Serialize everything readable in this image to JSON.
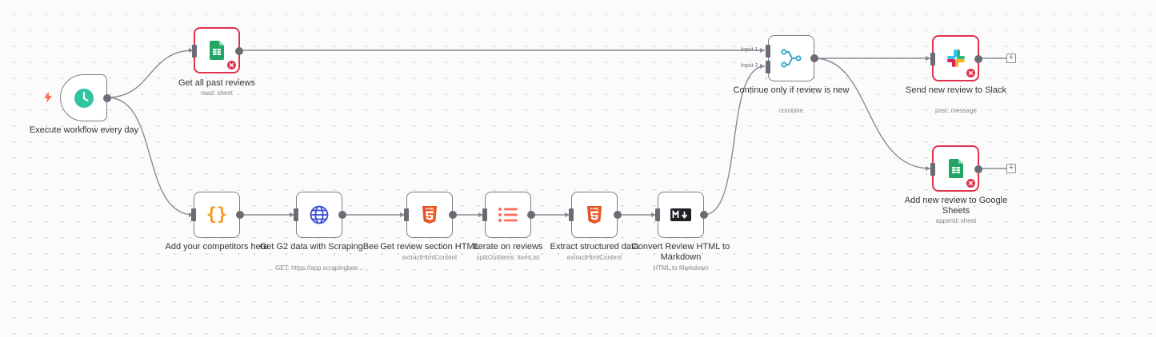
{
  "canvas": {
    "accent_error": "#e0324d",
    "edge_color": "#8a8a93"
  },
  "nodes": {
    "schedule": {
      "title": "Execute workflow every day",
      "icon": "clock-icon"
    },
    "past_reviews": {
      "title": "Get all past reviews",
      "sub": "read: sheet",
      "icon": "google-sheets-icon"
    },
    "competitors": {
      "title": "Add your competitors here",
      "icon": "curly-braces-icon"
    },
    "g2": {
      "title": "Get G2 data with ScrapingBee",
      "sub": "GET: https://app.scrapingbee...",
      "icon": "globe-icon"
    },
    "review_section": {
      "title": "Get review section HTML",
      "sub": "extractHtmlContent",
      "icon": "html5-icon"
    },
    "iterate": {
      "title": "Iterate on reviews",
      "sub": "splitOutItems: itemList",
      "icon": "list-icon"
    },
    "extract": {
      "title": "Extract structured data",
      "sub": "extractHtmlContent",
      "icon": "html5-icon"
    },
    "markdown": {
      "title": "Convert Review HTML to Markdown",
      "sub": "HTML to Markdown",
      "icon": "markdown-icon"
    },
    "merge": {
      "title": "Continue only if review is new",
      "sub": "combine",
      "icon": "merge-icon",
      "input1": "Input 1",
      "input2": "Input 2"
    },
    "slack": {
      "title": "Send new review to Slack",
      "sub": "post: message",
      "icon": "slack-icon"
    },
    "add_sheet": {
      "title": "Add new review to Google Sheets",
      "sub": "append: sheet",
      "icon": "google-sheets-icon"
    }
  },
  "plus_label": "+"
}
